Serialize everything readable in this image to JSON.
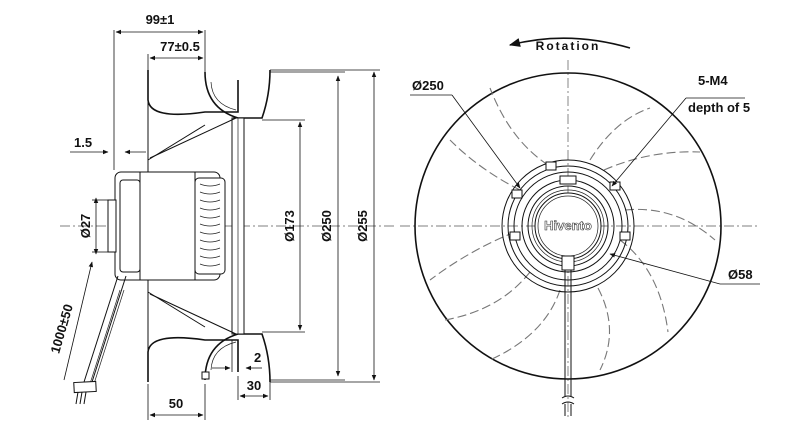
{
  "side_view": {
    "dim_overall_depth": "99±1",
    "dim_impeller_depth": "77±0.5",
    "dim_plate_thickness": "1.5",
    "dim_motor_diameter": "Ø27",
    "dim_cable_length": "1000±50",
    "dim_inlet_diameter": "Ø173",
    "dim_impeller_diameter": "Ø250",
    "dim_outer_diameter": "Ø255",
    "dim_offset_small": "2",
    "dim_offset_mid": "30",
    "dim_offset_base": "50"
  },
  "front_view": {
    "rotation_label": "Rotation",
    "dim_impeller_diameter": "Ø250",
    "mount_holes": "5-M4",
    "mount_depth": "depth of 5",
    "hub_diameter": "Ø58",
    "brand": "Hivento"
  }
}
